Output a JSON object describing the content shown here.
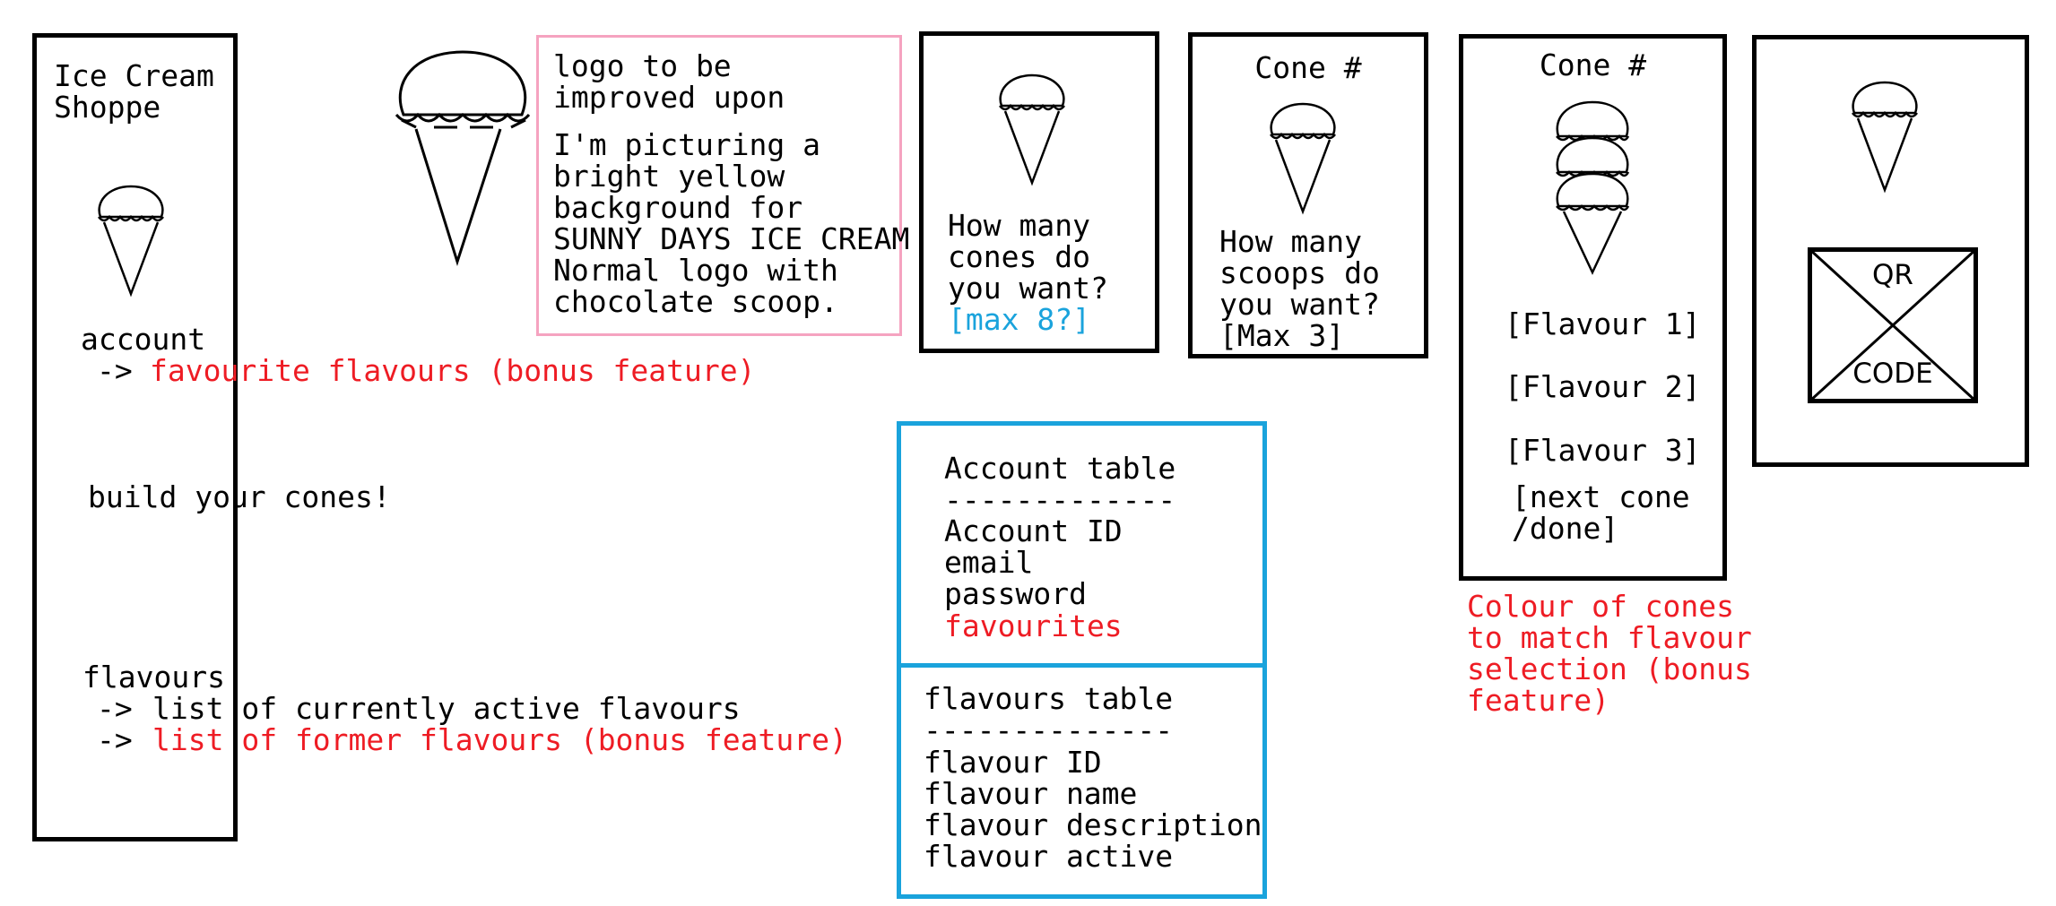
{
  "home_panel": {
    "title": "Ice Cream\nShoppe",
    "account_label": "account",
    "account_arrow": "->",
    "account_favourites": "favourite flavours (bonus feature)",
    "build_label": "build your cones!",
    "flavours_label": "flavours",
    "flavours_arrow_1": "->",
    "flavours_active": "list of currently active flavours",
    "flavours_arrow_2": "->",
    "flavours_former": "list of former flavours (bonus feature)"
  },
  "logo_note": {
    "line1": "logo to be\nimproved upon",
    "line2": "I'm picturing a\nbright yellow\nbackground for\nSUNNY DAYS ICE CREAM\nNormal logo with\nchocolate scoop."
  },
  "cones_panel": {
    "question": "How many\ncones do\nyou want?",
    "max_note": "[max 8?]"
  },
  "scoops_panel": {
    "title": "Cone #",
    "question": "How many\nscoops do\nyou want?",
    "max_note": "[Max 3]"
  },
  "flavour_panel": {
    "title": "Cone #",
    "flavour_1": "[Flavour 1]",
    "flavour_2": "[Flavour 2]",
    "flavour_3": "[Flavour 3]",
    "next_done": "[next cone\n/done]",
    "note": "Colour of cones\nto match flavour\nselection (bonus\nfeature)"
  },
  "qr_panel": {
    "qr_top": "QR",
    "qr_bottom": "CODE"
  },
  "tables": {
    "account_title": "Account table",
    "account_rule": "-------------",
    "account_fields": "Account ID\nemail\npassword",
    "account_favourites": "favourites",
    "flavours_title": "flavours table",
    "flavours_rule": "--------------",
    "flavours_fields": "flavour ID\nflavour name\nflavour description\nflavour active"
  },
  "colors": {
    "ink": "#000000",
    "bonus_red": "#ee1c24",
    "note_blue": "#1aa3dc",
    "logo_pink": "#f5a3c0"
  },
  "icons": [
    "ice-cream-cone-icon",
    "qr-code-placeholder-icon"
  ]
}
